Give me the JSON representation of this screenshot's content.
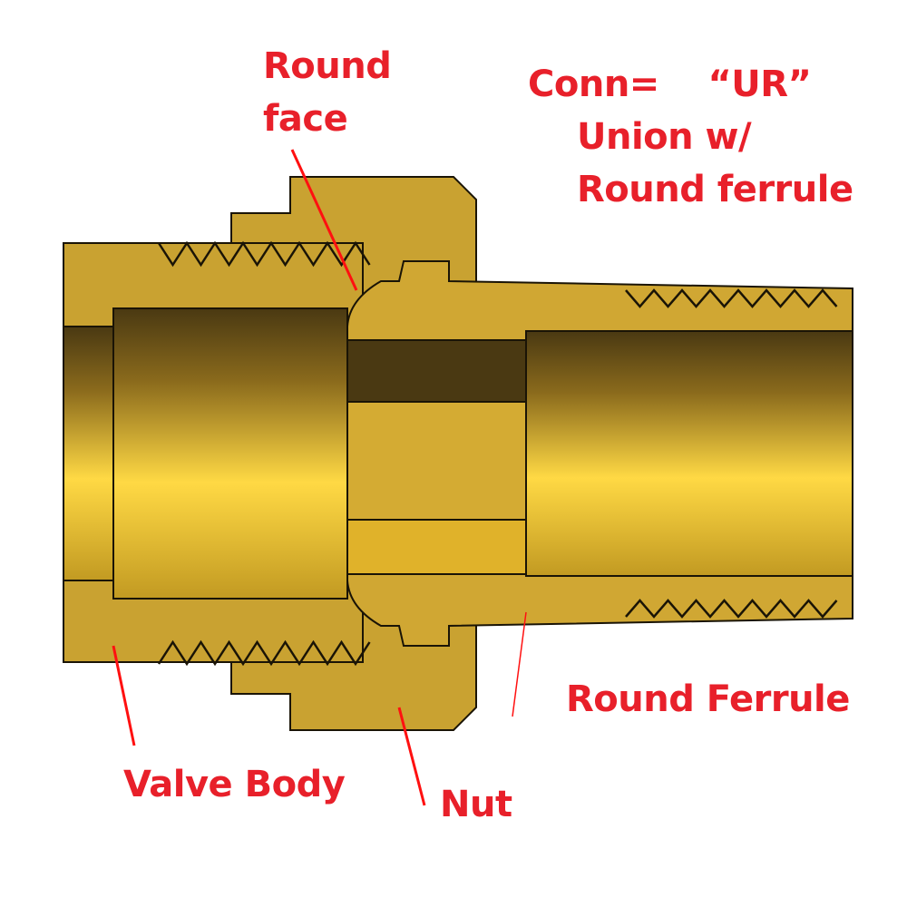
{
  "labels": {
    "round_face_1": "Round",
    "round_face_2": "face",
    "conn_1": "Conn=    “UR”",
    "conn_2": "Union w/",
    "conn_3": "Round ferrule",
    "round_ferrule": "Round Ferrule",
    "valve_body": "Valve Body",
    "nut": "Nut"
  },
  "colors": {
    "brass": "#c9a231",
    "brass_light": "#d4ab33",
    "bore_dark": "#4a3912",
    "bore_bright": "#ffd944",
    "label_red": "#e8202a"
  }
}
